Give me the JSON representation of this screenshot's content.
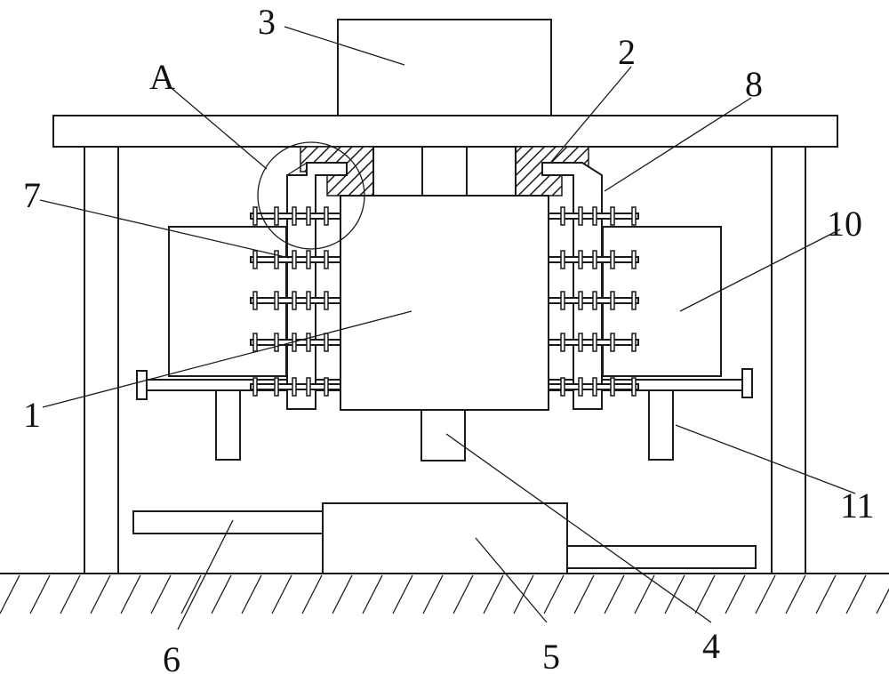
{
  "labels": {
    "l1": "1",
    "l2": "2",
    "l3": "3",
    "l4": "4",
    "l5": "5",
    "l6": "6",
    "l7": "7",
    "l8": "8",
    "l10": "10",
    "l11": "11",
    "lA": "A"
  }
}
